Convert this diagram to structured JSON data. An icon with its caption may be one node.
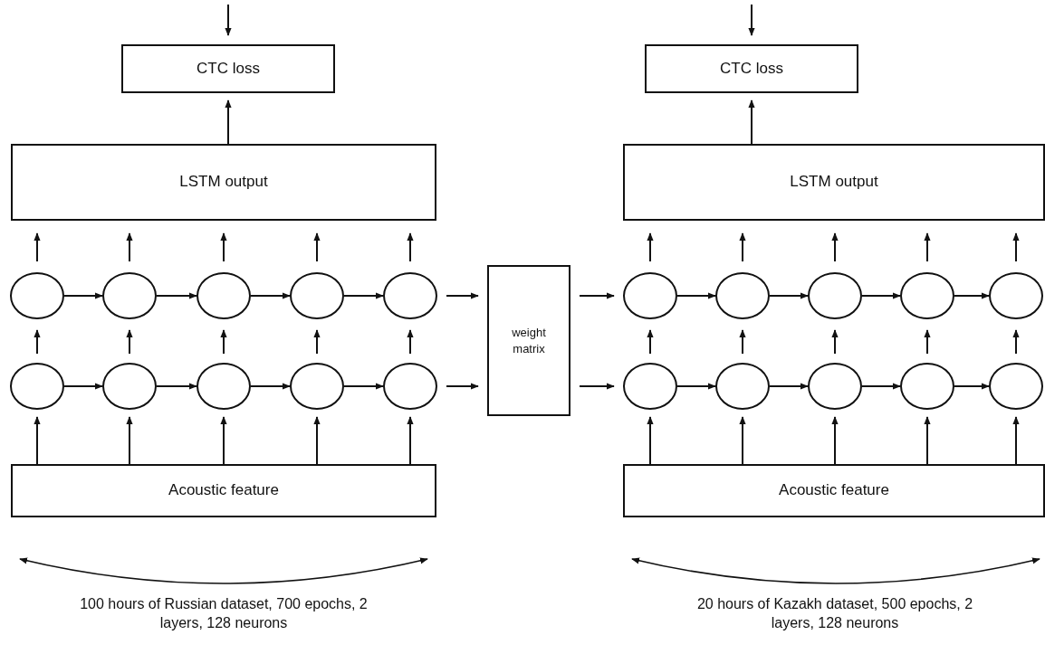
{
  "diagram": {
    "nodes": [
      {
        "text": [
          "CTC loss"
        ]
      },
      {
        "text": [
          "LSTM output"
        ]
      },
      {
        "text": [],
        "shape": "circle"
      },
      {
        "text": [],
        "shape": "circle"
      },
      {
        "text": [],
        "shape": "circle"
      },
      {
        "text": [],
        "shape": "circle"
      },
      {
        "text": [],
        "shape": "circle"
      },
      {
        "text": [],
        "shape": "circle"
      },
      {
        "text": [],
        "shape": "circle"
      },
      {
        "text": [],
        "shape": "circle"
      },
      {
        "text": [],
        "shape": "circle"
      },
      {
        "text": [],
        "shape": "circle"
      },
      {
        "text": [
          "Acoustic feature"
        ]
      },
      {
        "text": [
          "weight matrix"
        ]
      },
      {
        "text": [
          "CTC loss"
        ]
      },
      {
        "text": [
          "LSTM output"
        ]
      },
      {
        "text": [],
        "shape": "circle"
      },
      {
        "text": [],
        "shape": "circle"
      },
      {
        "text": [],
        "shape": "circle"
      },
      {
        "text": [],
        "shape": "circle"
      },
      {
        "text": [],
        "shape": "circle"
      },
      {
        "text": [],
        "shape": "circle"
      },
      {
        "text": [],
        "shape": "circle"
      },
      {
        "text": [],
        "shape": "circle"
      },
      {
        "text": [],
        "shape": "circle"
      },
      {
        "text": [],
        "shape": "circle"
      },
      {
        "text": [
          "Acoustic feature"
        ]
      }
    ],
    "edges": [
      {
        "from": null,
        "to": 0,
        "arrow": "to"
      },
      {
        "from": 1,
        "to": 0,
        "arrow": "to"
      },
      {
        "from": 2,
        "to": 1,
        "arrow": "to"
      },
      {
        "from": 3,
        "to": 1,
        "arrow": "to"
      },
      {
        "from": 4,
        "to": 1,
        "arrow": "to"
      },
      {
        "from": 5,
        "to": 1,
        "arrow": "to"
      },
      {
        "from": 6,
        "to": 1,
        "arrow": "to"
      },
      {
        "from": 2,
        "to": 3,
        "arrow": "to"
      },
      {
        "from": 3,
        "to": 4,
        "arrow": "to"
      },
      {
        "from": 4,
        "to": 5,
        "arrow": "to"
      },
      {
        "from": 5,
        "to": 6,
        "arrow": "to"
      },
      {
        "from": 7,
        "to": 2,
        "arrow": "to"
      },
      {
        "from": 8,
        "to": 3,
        "arrow": "to"
      },
      {
        "from": 9,
        "to": 4,
        "arrow": "to"
      },
      {
        "from": 10,
        "to": 5,
        "arrow": "to"
      },
      {
        "from": 11,
        "to": 6,
        "arrow": "to"
      },
      {
        "from": 7,
        "to": 8,
        "arrow": "to"
      },
      {
        "from": 8,
        "to": 9,
        "arrow": "to"
      },
      {
        "from": 9,
        "to": 10,
        "arrow": "to"
      },
      {
        "from": 10,
        "to": 11,
        "arrow": "to"
      },
      {
        "from": 12,
        "to": 7,
        "arrow": "to"
      },
      {
        "from": 12,
        "to": 8,
        "arrow": "to"
      },
      {
        "from": 12,
        "to": 9,
        "arrow": "to"
      },
      {
        "from": 12,
        "to": 10,
        "arrow": "to"
      },
      {
        "from": 12,
        "to": 11,
        "arrow": "to"
      },
      {
        "from": 6,
        "to": 13,
        "arrow": "to"
      },
      {
        "from": 11,
        "to": 13,
        "arrow": "to"
      },
      {
        "from": 13,
        "to": 16,
        "arrow": "to"
      },
      {
        "from": 13,
        "to": 21,
        "arrow": "to"
      },
      {
        "from": null,
        "to": 14,
        "arrow": "to"
      },
      {
        "from": 15,
        "to": 14,
        "arrow": "to"
      },
      {
        "from": 16,
        "to": 15,
        "arrow": "to"
      },
      {
        "from": 17,
        "to": 15,
        "arrow": "to"
      },
      {
        "from": 18,
        "to": 15,
        "arrow": "to"
      },
      {
        "from": 19,
        "to": 15,
        "arrow": "to"
      },
      {
        "from": 20,
        "to": 15,
        "arrow": "to"
      },
      {
        "from": 16,
        "to": 17,
        "arrow": "to"
      },
      {
        "from": 17,
        "to": 18,
        "arrow": "to"
      },
      {
        "from": 18,
        "to": 19,
        "arrow": "to"
      },
      {
        "from": 19,
        "to": 20,
        "arrow": "to"
      },
      {
        "from": 21,
        "to": 16,
        "arrow": "to"
      },
      {
        "from": 22,
        "to": 17,
        "arrow": "to"
      },
      {
        "from": 23,
        "to": 18,
        "arrow": "to"
      },
      {
        "from": 24,
        "to": 19,
        "arrow": "to"
      },
      {
        "from": 25,
        "to": 20,
        "arrow": "to"
      },
      {
        "from": 21,
        "to": 22,
        "arrow": "to"
      },
      {
        "from": 22,
        "to": 23,
        "arrow": "to"
      },
      {
        "from": 23,
        "to": 24,
        "arrow": "to"
      },
      {
        "from": 24,
        "to": 25,
        "arrow": "to"
      },
      {
        "from": 26,
        "to": 21,
        "arrow": "to"
      },
      {
        "from": 26,
        "to": 22,
        "arrow": "to"
      },
      {
        "from": 26,
        "to": 23,
        "arrow": "to"
      },
      {
        "from": 26,
        "to": 24,
        "arrow": "to"
      },
      {
        "from": 26,
        "to": 25,
        "arrow": "to"
      }
    ],
    "labels": [
      "100 hours of Russian dataset, 700 epochs, 2 layers, 128 neurons",
      "20 hours of Kazakh dataset, 500 epochs, 2 layers, 128 neurons"
    ]
  }
}
